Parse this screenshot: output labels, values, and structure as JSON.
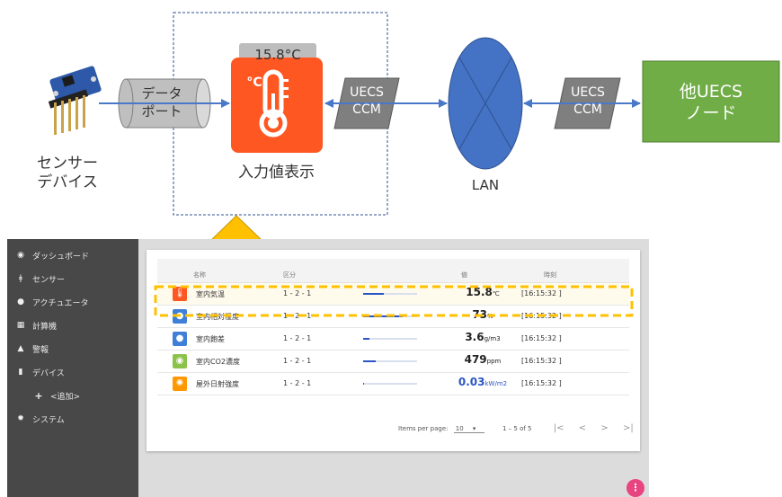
{
  "diagram": {
    "sensor_label_line1": "センサー",
    "sensor_label_line2": "デバイス",
    "data_port_line1": "データ",
    "data_port_line2": "ポート",
    "display_value": "15.8°C",
    "display_icon_text": "°C",
    "display_label": "入力値表示",
    "uecs_ccm_1_line1": "UECS",
    "uecs_ccm_1_line2": "CCM",
    "lan_label": "LAN",
    "uecs_ccm_2_line1": "UECS",
    "uecs_ccm_2_line2": "CCM",
    "node_line1": "他UECS",
    "node_line2": "ノード",
    "colors": {
      "display_orange": "#ff5722",
      "lan_blue": "#4472c4",
      "node_green": "#70ad47",
      "arrow_gold": "#ffc000",
      "connector_blue": "#4a78c8"
    }
  },
  "sidebar": {
    "items": [
      {
        "icon": "dashboard-icon",
        "label": "ダッシュボード"
      },
      {
        "icon": "sensor-icon",
        "label": "センサー"
      },
      {
        "icon": "toggle-icon",
        "label": "アクチュエータ"
      },
      {
        "icon": "calculator-icon",
        "label": "計算機"
      },
      {
        "icon": "bell-icon",
        "label": "警報"
      },
      {
        "icon": "device-icon",
        "label": "デバイス"
      },
      {
        "icon": "plus-icon",
        "label": "<追加>"
      },
      {
        "icon": "gear-icon",
        "label": "システム"
      }
    ]
  },
  "table": {
    "headers": {
      "name": "名称",
      "zone": "区分",
      "value": "値",
      "time": "時刻"
    },
    "rows": [
      {
        "icon": "thermometer-icon",
        "icon_color": "#ff5722",
        "name": "室内気温",
        "zone": "1 - 2 - 1",
        "level": 0.38,
        "value": "15.8",
        "unit": "℃",
        "time": "[16:15:32 ]",
        "value_color": "#222222"
      },
      {
        "icon": "water-drop-icon",
        "icon_color": "#3f7fd8",
        "name": "室内相対湿度",
        "zone": "1 - 2 - 1",
        "level": 0.73,
        "value": "73",
        "unit": "%",
        "time": "[16:15:32 ]",
        "value_color": "#222222"
      },
      {
        "icon": "water-drop-icon",
        "icon_color": "#3f7fd8",
        "name": "室内飽差",
        "zone": "1 - 2 - 1",
        "level": 0.12,
        "value": "3.6",
        "unit": "g/m3",
        "time": "[16:15:32 ]",
        "value_color": "#222222"
      },
      {
        "icon": "eye-icon",
        "icon_color": "#8bc34a",
        "name": "室内CO2濃度",
        "zone": "1 - 2 - 1",
        "level": 0.24,
        "value": "479",
        "unit": "ppm",
        "time": "[16:15:32 ]",
        "value_color": "#222222"
      },
      {
        "icon": "sun-icon",
        "icon_color": "#ff9800",
        "name": "屋外日射強度",
        "zone": "1 - 2 - 1",
        "level": 0.02,
        "value": "0.03",
        "unit": "kW/m2",
        "time": "[16:15:32 ]",
        "value_color": "#2c54c4"
      }
    ]
  },
  "pager": {
    "items_per_page_label": "Items per page:",
    "items_per_page_value": "10",
    "range": "1 – 5 of 5",
    "first": "|<",
    "prev": "<",
    "next": ">",
    "last": ">|"
  },
  "fab": {
    "icon": "more-vert-icon",
    "glyph": "⋮"
  }
}
